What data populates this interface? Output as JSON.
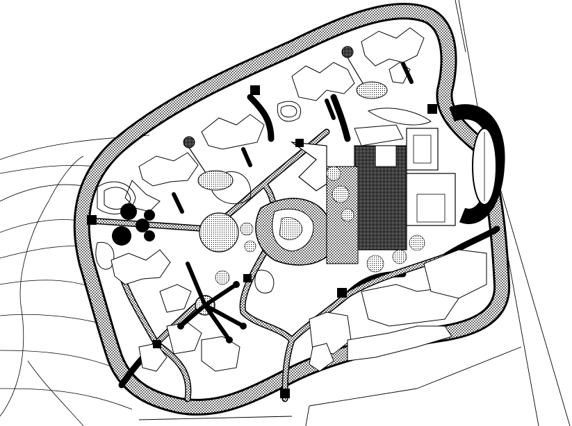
{
  "drawing": {
    "kind": "site-plan",
    "colors": {
      "ink": "#000000",
      "paper": "#ffffff"
    },
    "road_pattern": "dense-stipple",
    "building_pattern": "outline",
    "plaza_pattern": "fine-stipple"
  }
}
